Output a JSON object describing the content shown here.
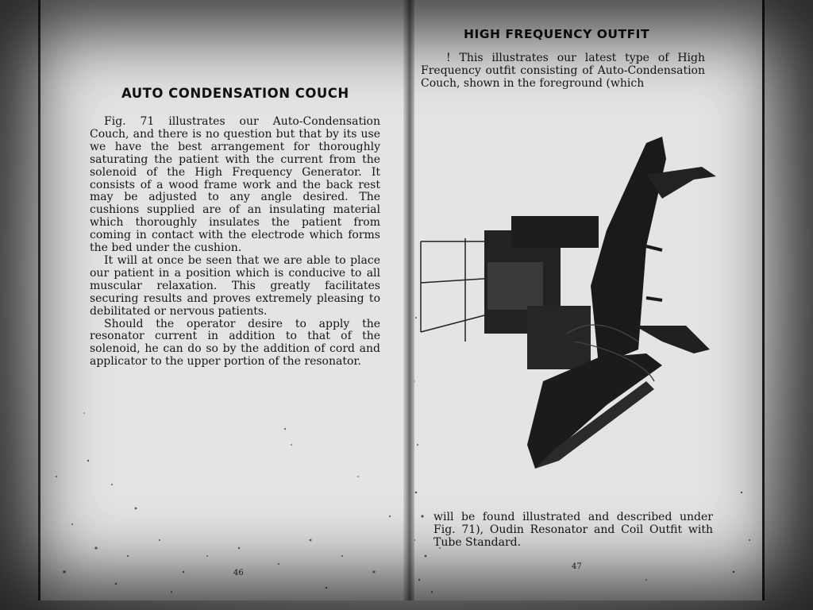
{
  "left_page": {
    "heading": "AUTO CONDENSATION COUCH",
    "paragraphs": [
      "Fig. 71 illustrates our Auto-Condensation Couch, and there is no question but that by its use we have the best arrangement for thoroughly saturating the patient with the current from the solenoid of the High Frequency Generator. It consists of a wood frame work and the back rest may be adjusted to any angle desired. The cushions supplied are of an insulating material which thoroughly insulates the patient from coming in contact with the electrode which forms the bed under the cushion.",
      "It will at once be seen that we are able to place our patient in a position which is conducive to all muscular relaxation. This greatly facilitates securing results and proves extremely pleasing to debilitated or nervous patients.",
      "Should the operator desire to apply the resonator current in addition to that of the solenoid, he can do so by the addition of cord and applicator to the upper portion of the resonator."
    ],
    "page_number": "46"
  },
  "right_page": {
    "heading": "HIGH FREQUENCY OUTFIT",
    "intro_text": "! This illustrates our latest type of High Frequency outfit consisting of Auto-Condensation Couch, shown in the foreground (which",
    "continuation_text": "will be found illustrated and described under Fig. 71), Oudin Resonator and Coil Outfit with Tube Standard.",
    "page_number": "47"
  }
}
